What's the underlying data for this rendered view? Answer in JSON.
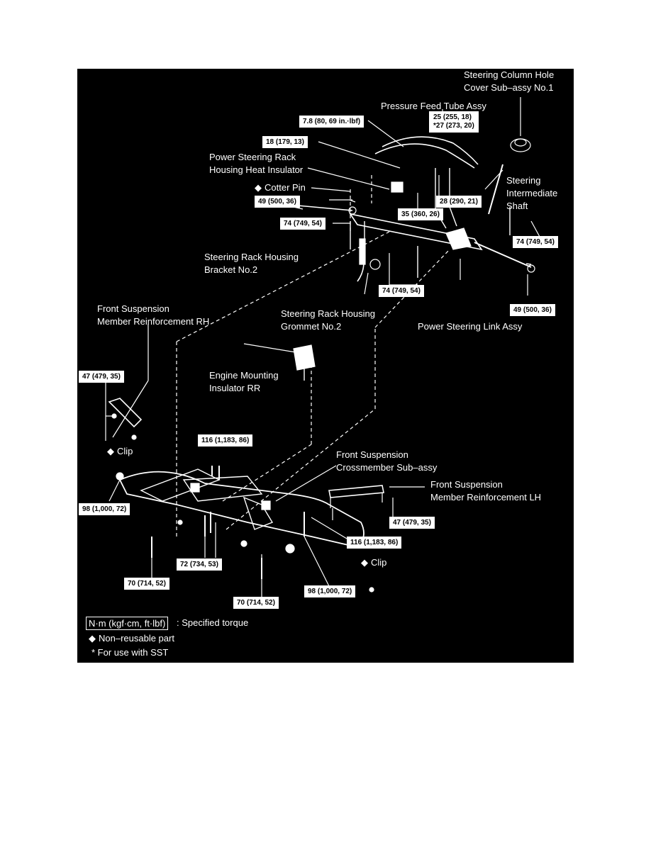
{
  "colors": {
    "background": "#000000",
    "ink": "#ffffff",
    "page": "#ffffff"
  },
  "labels": {
    "column_hole_cover_1": "Steering Column Hole",
    "column_hole_cover_2": "Cover Sub–assy No.1",
    "pressure_feed_tube": "Pressure Feed Tube Assy",
    "heat_insulator_1": "Power Steering Rack",
    "heat_insulator_2": "Housing Heat Insulator",
    "cotter_pin": "Cotter Pin",
    "intermediate_shaft_1": "Steering",
    "intermediate_shaft_2": "Intermediate",
    "intermediate_shaft_3": "Shaft",
    "rack_bracket_1": "Steering Rack Housing",
    "rack_bracket_2": "Bracket No.2",
    "reinforcement_rh_1": "Front Suspension",
    "reinforcement_rh_2": "Member Reinforcement RH",
    "rack_grommet_1": "Steering Rack Housing",
    "rack_grommet_2": "Grommet No.2",
    "link_assy": "Power Steering Link Assy",
    "engine_mount_1": "Engine Mounting",
    "engine_mount_2": "Insulator RR",
    "clip_left": "Clip",
    "crossmember_1": "Front Suspension",
    "crossmember_2": "Crossmember Sub–assy",
    "reinforcement_lh_1": "Front Suspension",
    "reinforcement_lh_2": "Member Reinforcement LH",
    "clip_right": "Clip"
  },
  "torques": {
    "t_7_8": "7.8 (80, 69 in.·lbf)",
    "t_25_a": "25 (255, 18)",
    "t_25_b": "*27 (273, 20)",
    "t_18": "18 (179, 13)",
    "t_49_a": "49 (500, 36)",
    "t_35": "35 (360, 26)",
    "t_28": "28 (290, 21)",
    "t_74_a": "74 (749, 54)",
    "t_74_b": "74 (749, 54)",
    "t_74_c": "74 (749, 54)",
    "t_49_b": "49 (500, 36)",
    "t_47_a": "47 (479, 35)",
    "t_116_a": "116 (1,183, 86)",
    "t_98_a": "98 (1,000, 72)",
    "t_47_b": "47 (479, 35)",
    "t_116_b": "116 (1,183, 86)",
    "t_72": "72 (734, 53)",
    "t_70_a": "70 (714, 52)",
    "t_98_b": "98 (1,000, 72)",
    "t_70_b": "70 (714, 52)"
  },
  "legend": {
    "unit": "N·m (kgf·cm, ft·lbf)",
    "unit_desc": ": Specified torque",
    "non_reusable": "Non–reusable part",
    "sst": "* For use with SST"
  },
  "symbols": {
    "diamond": "◆"
  }
}
